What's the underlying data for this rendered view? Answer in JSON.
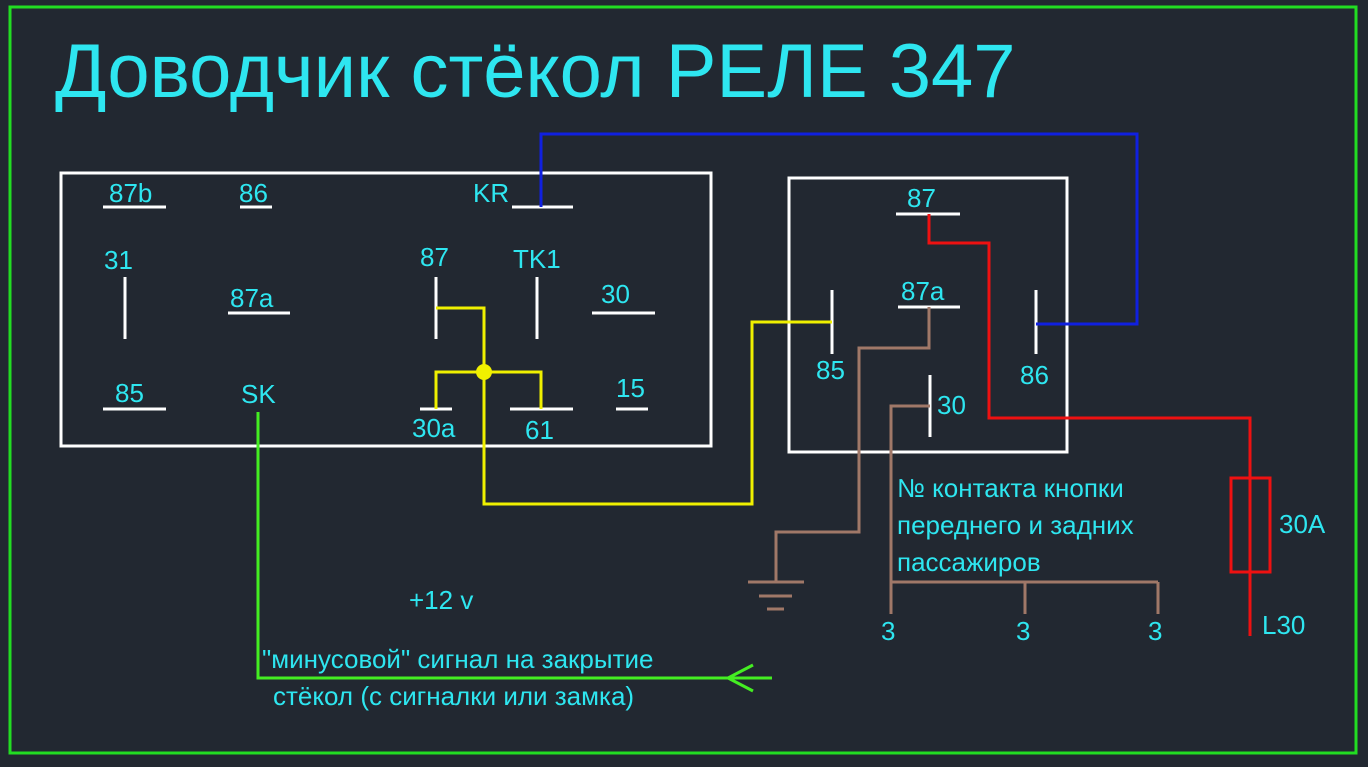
{
  "title": "Доводчик стёкол РЕЛЕ 347",
  "colors": {
    "background": "#222831",
    "border": "#22dd22",
    "text": "#2ee6f0",
    "wire_blue": "#1020e0",
    "wire_yellow": "#f0f000",
    "wire_red": "#ee1111",
    "wire_green": "#44ee22",
    "wire_brown": "#a07868"
  },
  "module": {
    "pins": {
      "p87b": "87b",
      "p86": "86",
      "kr": "KR",
      "p31": "31",
      "p87a": "87a",
      "p87": "87",
      "tk1": "TK1",
      "p30": "30",
      "p85": "85",
      "sk": "SK",
      "p30a": "30a",
      "p61": "61",
      "p15": "15"
    }
  },
  "relay": {
    "pins": {
      "p87": "87",
      "p87a": "87a",
      "p85": "85",
      "p86": "86",
      "p30": "30"
    }
  },
  "labels": {
    "button_note_1": "№ контакта кнопки",
    "button_note_2": "переднего и задних",
    "button_note_3": "пассажиров",
    "btn_a": "3",
    "btn_b": "3",
    "btn_c": "3",
    "fuse": "30А",
    "l30": "L30",
    "plus12": "+12 v",
    "signal_1": "\"минусовой\" сигнал на закрытие",
    "signal_2": "стёкол (с сигналки или замка)"
  }
}
